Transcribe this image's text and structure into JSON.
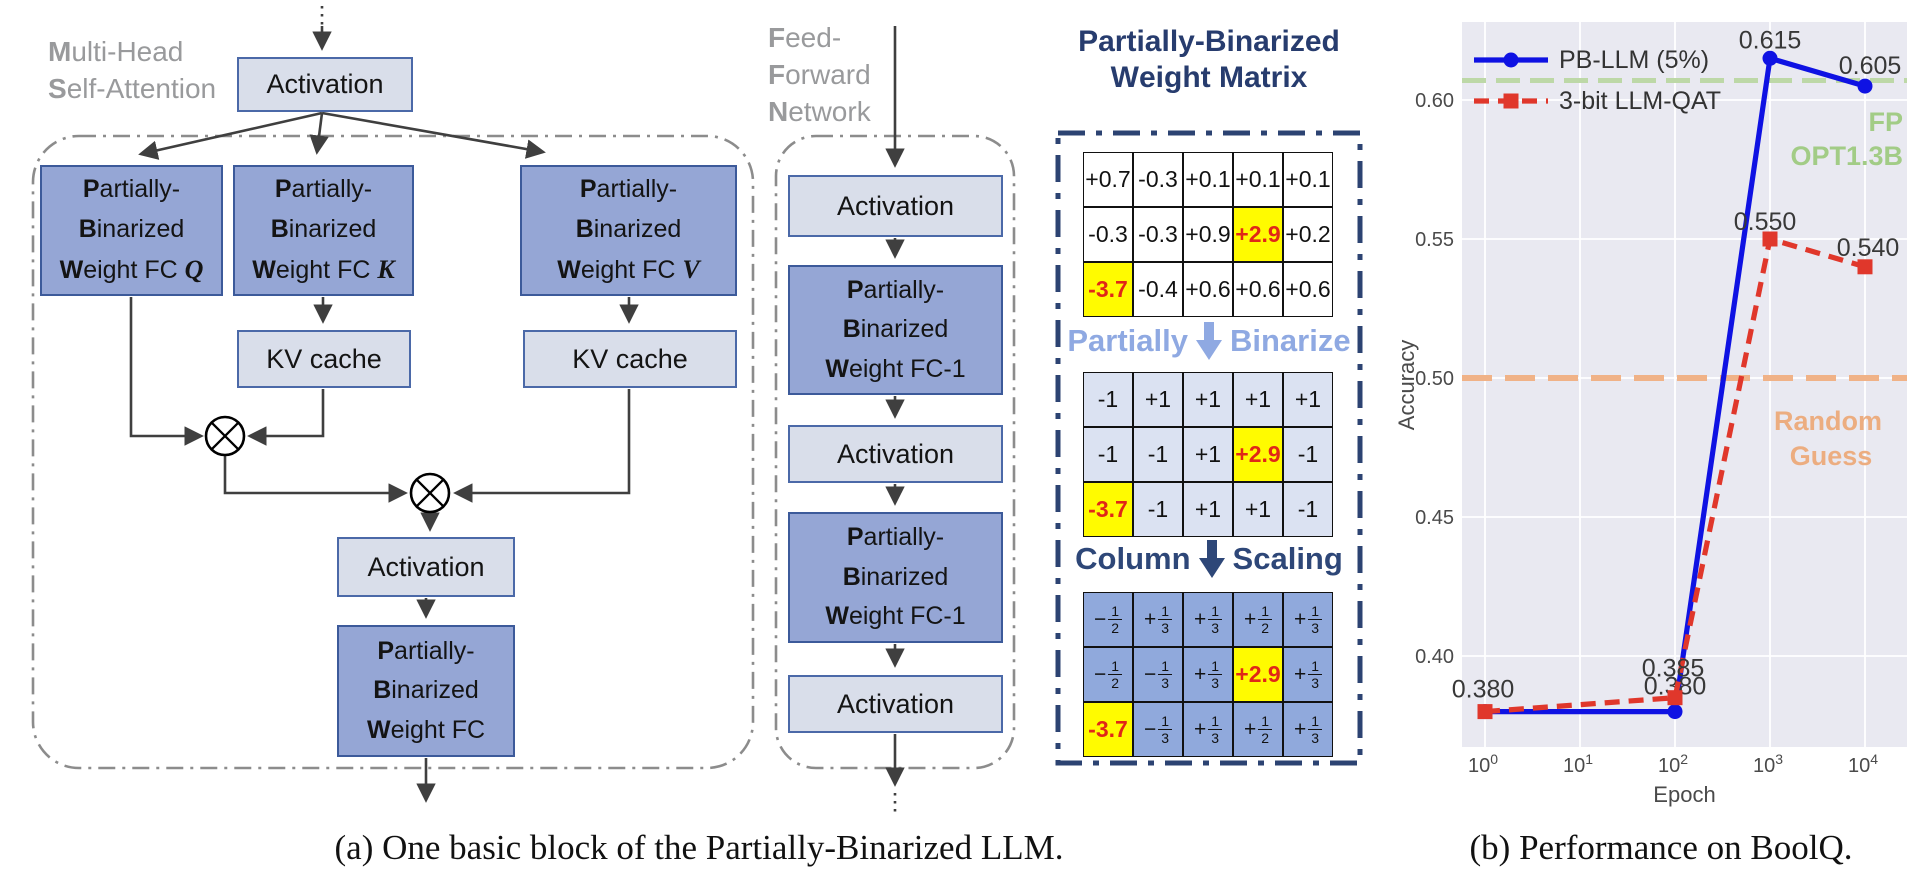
{
  "figure": {
    "caption_a": "(a) One basic block of the Partially-Binarized LLM.",
    "caption_b": "(b) Performance on BoolQ."
  },
  "diagram": {
    "mhsa_label_lines": [
      "Multi-Head",
      "Self-Attention"
    ],
    "ffn_label_lines": [
      "Feed-",
      "Forward",
      "Network"
    ],
    "activation_label": "Activation",
    "kv_cache_label": "KV cache",
    "fc_q": {
      "line1": "Partially-",
      "line2": "Binarized",
      "line3": "Weight FC",
      "var": "Q"
    },
    "fc_k": {
      "line1": "Partially-",
      "line2": "Binarized",
      "line3": "Weight FC",
      "var": "K"
    },
    "fc_v": {
      "line1": "Partially-",
      "line2": "Binarized",
      "line3": "Weight FC",
      "var": "V"
    },
    "fc_out": {
      "line1": "Partially-",
      "line2": "Binarized",
      "line3": "Weight FC"
    },
    "ffn_fc": {
      "line1": "Partially-",
      "line2": "Binarized",
      "line3": "Weight FC-1"
    },
    "icons": {
      "multiply": "⊗",
      "step_arrow": "↓"
    }
  },
  "matrix_panel": {
    "title_lines": [
      "Partially-Binarized",
      "Weight Matrix"
    ],
    "step1_label": {
      "left": "Partially",
      "right": "Binarize"
    },
    "step2_label": {
      "left": "Column",
      "right": "Scaling"
    },
    "matrix_fp": {
      "rows": [
        [
          "+0.7",
          "-0.3",
          "+0.1",
          "+0.1",
          "+0.1"
        ],
        [
          "-0.3",
          "-0.3",
          "+0.9",
          "+2.9",
          "+0.2"
        ],
        [
          "-3.7",
          "-0.4",
          "+0.6",
          "+0.6",
          "+0.6"
        ]
      ],
      "highlights": [
        [
          1,
          3
        ],
        [
          2,
          0
        ]
      ]
    },
    "matrix_bin": {
      "rows": [
        [
          "-1",
          "+1",
          "+1",
          "+1",
          "+1"
        ],
        [
          "-1",
          "-1",
          "+1",
          "+2.9",
          "-1"
        ],
        [
          "-3.7",
          "-1",
          "+1",
          "+1",
          "-1"
        ]
      ],
      "highlights": [
        [
          1,
          3
        ],
        [
          2,
          0
        ]
      ]
    },
    "matrix_scaled": {
      "rows": [
        [
          "-1/2",
          "+1/3",
          "+1/3",
          "+1/2",
          "+1/3"
        ],
        [
          "-1/2",
          "-1/3",
          "+1/3",
          "+2.9",
          "+1/3"
        ],
        [
          "-3.7",
          "-1/3",
          "+1/3",
          "+1/2",
          "+1/3"
        ]
      ],
      "highlights": [
        [
          1,
          3
        ],
        [
          2,
          0
        ]
      ]
    },
    "colors": {
      "navy": "#273c6e",
      "light_blue": "#8fa9e2",
      "highlight_bg": "#fffb00",
      "highlight_text": "#e02718"
    }
  },
  "chart_data": {
    "type": "line",
    "xlabel": "Epoch",
    "ylabel": "Accuracy",
    "x_scale": "log",
    "x_tick_exponents": [
      0,
      1,
      2,
      3,
      4
    ],
    "y_ticks": [
      "0.60",
      "0.55",
      "0.50",
      "0.45",
      "0.40"
    ],
    "ylim": [
      0.37,
      0.63
    ],
    "grid": true,
    "legend_position": "upper left",
    "series": [
      {
        "name": "PB-LLM (5%)",
        "color": "#0f12e3",
        "style": "solid",
        "marker": "circle",
        "x": [
          1,
          100,
          1000,
          10000
        ],
        "y": [
          0.38,
          0.38,
          0.615,
          0.605
        ],
        "labels": [
          "",
          "0.380",
          "0.615",
          "0.605"
        ]
      },
      {
        "name": "3-bit LLM-QAT",
        "color": "#e0372b",
        "style": "dashed",
        "marker": "square",
        "x": [
          1,
          100,
          1000,
          10000
        ],
        "y": [
          0.38,
          0.385,
          0.55,
          0.54
        ],
        "labels": [
          "0.380",
          "0.385",
          "0.550",
          "0.540"
        ]
      }
    ],
    "reference_lines": [
      {
        "label_lines": [
          "FP",
          "OPT1.3B"
        ],
        "value": 0.607,
        "line_color": "#bdd8a7",
        "text_color": "#a2cc86"
      },
      {
        "label_lines": [
          "Random",
          "Guess"
        ],
        "value": 0.5,
        "line_color": "#f0b287",
        "text_color": "#ecad80"
      }
    ],
    "plot_bg": "#e9e9f1"
  }
}
